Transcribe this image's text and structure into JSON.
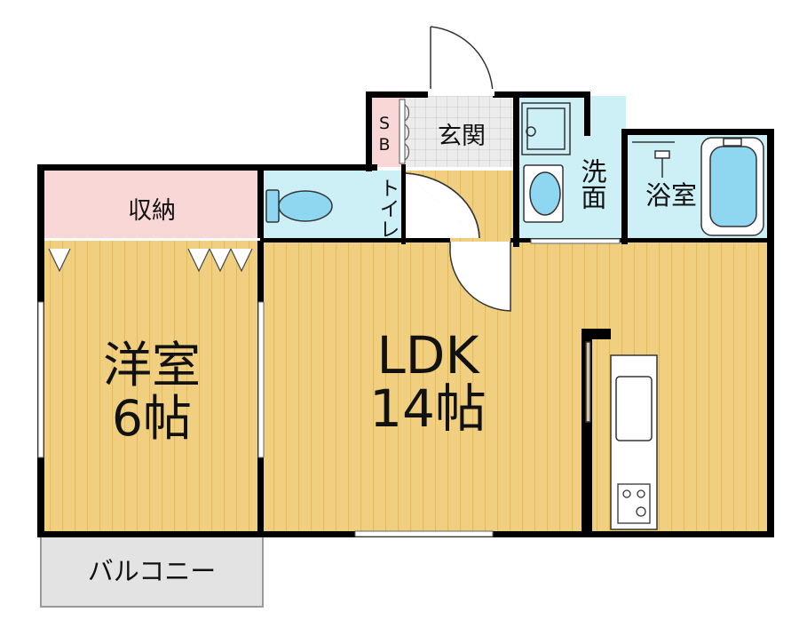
{
  "rooms": {
    "western_room": {
      "name": "洋室",
      "size": "6帖"
    },
    "ldk": {
      "name": "LDK",
      "size": "14帖"
    },
    "storage": {
      "name": "収納"
    },
    "entrance": {
      "name": "玄関"
    },
    "shoe_box": {
      "name": "SB"
    },
    "toilet": {
      "name": "トイレ"
    },
    "washroom": {
      "name": "洗面"
    },
    "bathroom": {
      "name": "浴室"
    },
    "balcony": {
      "name": "バルコニー"
    }
  },
  "colors": {
    "wall": "#000000",
    "wood_floor": "#f0d080",
    "wood_line": "#e2bb60",
    "storage_fill": "#fad7d7",
    "wet_fill": "#cdf0f7",
    "entrance_fill": "#eaeaea",
    "balcony_fill": "#e3e3e3",
    "fixture_fill": "#8fd6f0"
  }
}
